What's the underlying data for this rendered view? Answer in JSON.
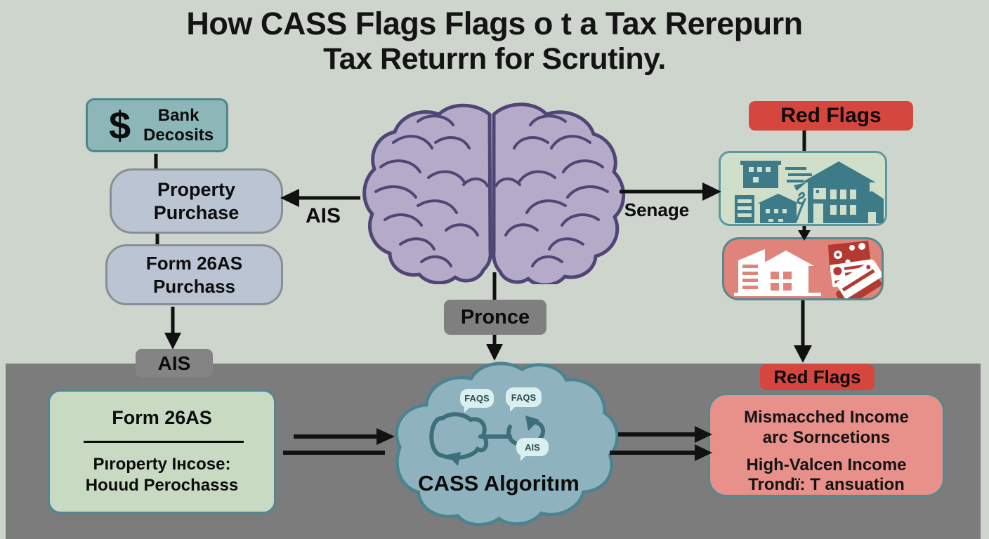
{
  "title": {
    "line1": "How CASS Flags Flags  o t  a Tax Rerepurn",
    "line2": "Tax Returrn for Scrutiny."
  },
  "icons": {
    "dollar": "$"
  },
  "left_flow": {
    "bank": {
      "line1": "Bank",
      "line2": "Decosits"
    },
    "property": {
      "line1": "Property",
      "line2": "Purchase"
    },
    "form26as": {
      "line1": "Form 26AS",
      "line2": "Purchass"
    },
    "ais_chip": "AIS"
  },
  "center": {
    "ais_arrow_label": "AIS",
    "senage_arrow_label": "Senage",
    "pronce_chip": "Pronce"
  },
  "right_flow": {
    "red_flags_top": "Red Flags",
    "red_flags_bottom": "Red Flags"
  },
  "bottom": {
    "source_box": {
      "heading": "Form 26AS",
      "line1": "Pıroperty Iнcose:",
      "line2": "Houud Perochasss"
    },
    "cloud": {
      "label": "CASS Algoritım",
      "bubbles": [
        "FAQS",
        "FAQS",
        "AIS"
      ]
    },
    "result_box": {
      "line1": "Mismacched Income",
      "line2": "arc  Sorncetions",
      "line3": "High-Valcen Income",
      "line4": "Trondï:  T ansuation"
    }
  },
  "colors": {
    "background": "#cdd5cd",
    "dark_band": "#7c7c7c",
    "bank_box": "#8db6b9",
    "blue_box": "#bac4d3",
    "green_box": "#cfdfca",
    "pink_box": "#e0837b",
    "red_banner": "#d5463e",
    "cloud": "#8fb2bf",
    "brain": "#b5abc9",
    "teal_icon": "#3e7b89",
    "arrow": "#111111"
  }
}
